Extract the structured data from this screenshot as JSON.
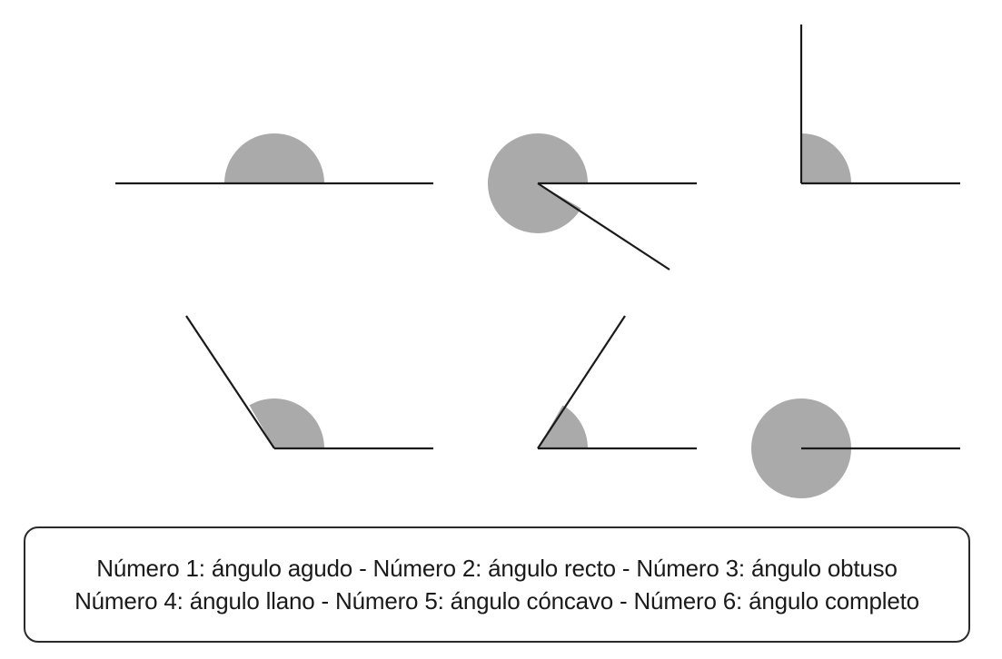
{
  "colors": {
    "fill": "#aaaaaa",
    "line": "#1a1a1a"
  },
  "angles": [
    {
      "name": "straight-angle",
      "degrees": 180
    },
    {
      "name": "reflex-angle",
      "degrees": 330
    },
    {
      "name": "right-angle",
      "degrees": 90
    },
    {
      "name": "obtuse-angle",
      "degrees": 120
    },
    {
      "name": "acute-angle",
      "degrees": 60
    },
    {
      "name": "full-angle",
      "degrees": 360
    }
  ],
  "caption": {
    "line1": "Número 1: ángulo agudo - Número 2: ángulo recto - Número 3: ángulo obtuso",
    "line2": "Número 4: ángulo llano - Número 5: ángulo cóncavo - Número 6: ángulo completo"
  }
}
